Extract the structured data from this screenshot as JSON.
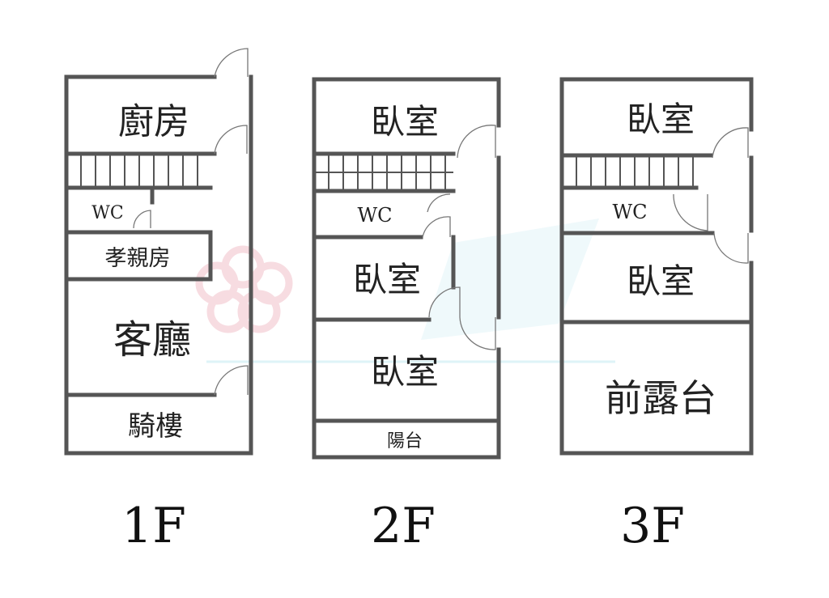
{
  "floors": [
    {
      "label": "1F",
      "rooms": [
        "廚房",
        "WC",
        "孝親房",
        "客廳",
        "騎樓"
      ]
    },
    {
      "label": "2F",
      "rooms": [
        "臥室",
        "WC",
        "臥室",
        "臥室",
        "陽台"
      ]
    },
    {
      "label": "3F",
      "rooms": [
        "臥室",
        "WC",
        "臥室",
        "前露台"
      ]
    }
  ],
  "colors": {
    "wall": "#555555",
    "text": "#222222",
    "watermark_pink": "#f6d6dc",
    "watermark_blue": "#d9f1f6"
  }
}
